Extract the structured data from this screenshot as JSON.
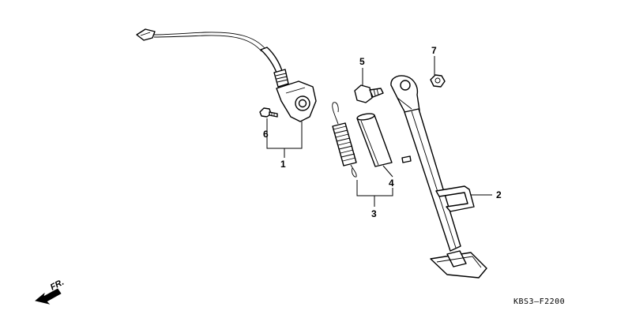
{
  "callouts": {
    "c1": "1",
    "c2": "2",
    "c3": "3",
    "c4": "4",
    "c5": "5",
    "c6": "6",
    "c7": "7"
  },
  "direction_label": "FR.",
  "diagram_code": "KBS3—F2200"
}
